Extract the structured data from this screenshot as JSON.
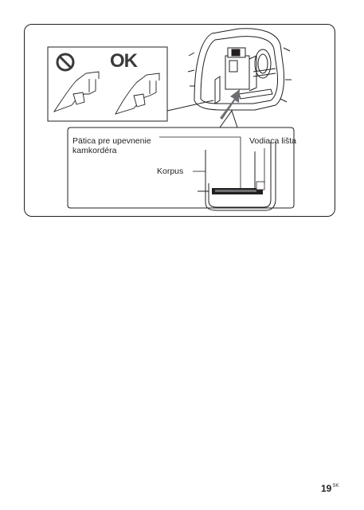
{
  "figure": {
    "ok_label": "OK",
    "prohibited_icon": "prohibited-icon",
    "callouts": {
      "shoe_line1": "Pätica pre upevnenie",
      "shoe_line2": "kamkordéra",
      "guide_rail": "Vodiaca lišta",
      "body": "Korpus"
    }
  },
  "page": {
    "number": "19",
    "lang_code": "SK"
  }
}
